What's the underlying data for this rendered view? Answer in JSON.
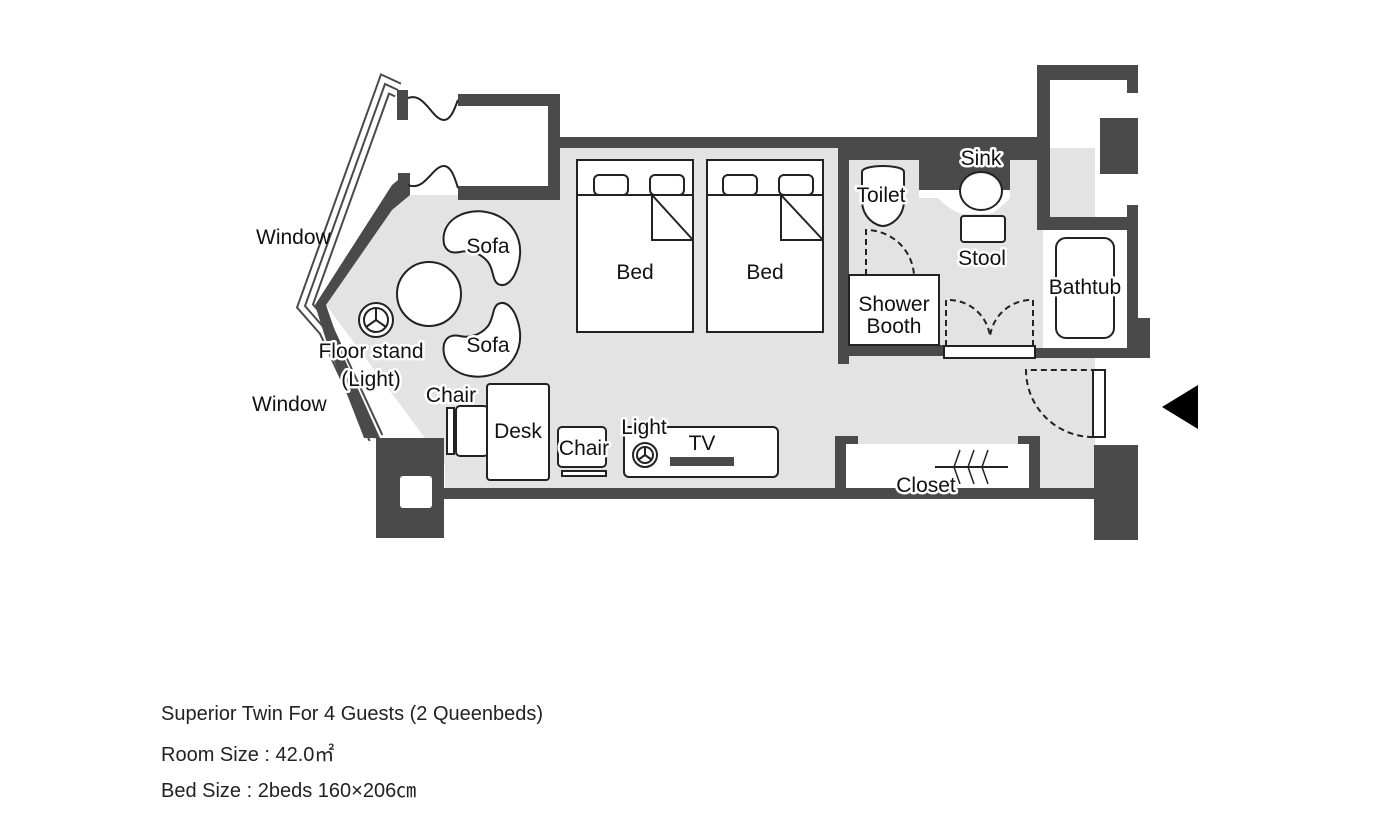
{
  "labels": {
    "window_upper": "Window",
    "window_lower": "Window",
    "sofa_upper": "Sofa",
    "sofa_lower": "Sofa",
    "floor_stand_line1": "Floor stand",
    "floor_stand_line2": "(Light)",
    "chair_left": "Chair",
    "desk": "Desk",
    "chair_right": "Chair",
    "light": "Light",
    "tv": "TV",
    "bed_left": "Bed",
    "bed_right": "Bed",
    "toilet": "Toilet",
    "sink": "Sink",
    "stool": "Stool",
    "shower_line1": "Shower",
    "shower_line2": "Booth",
    "bathtub": "Bathtub",
    "closet": "Closet"
  },
  "room_info": {
    "name": "Superior Twin For 4 Guests (2 Queenbeds)",
    "size": "Room Size : 42.0㎡",
    "bed_size": "Bed Size : 2beds 160×206㎝"
  },
  "colors": {
    "wall": "#4a4a4a",
    "floor": "#e3e3e3",
    "furniture_fill": "#ffffff",
    "outline": "#222222"
  }
}
